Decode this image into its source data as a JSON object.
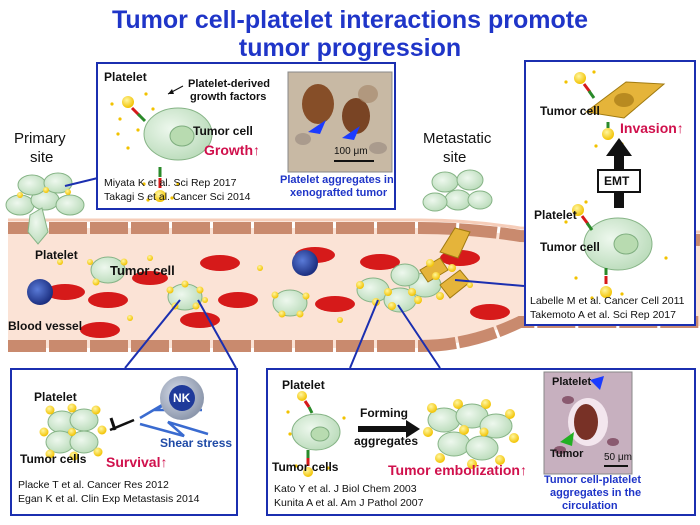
{
  "title": {
    "line1": "Tumor cell-platelet interactions promote",
    "line2": "tumor progression"
  },
  "site_labels": {
    "primary_line1": "Primary",
    "primary_line2": "site",
    "metastatic_line1": "Metastatic",
    "metastatic_line2": "site"
  },
  "vessel": {
    "platelet": "Platelet",
    "tumor_cell": "Tumor cell",
    "blood_vessel": "Blood vessel"
  },
  "growth_box": {
    "platelet": "Platelet",
    "growth_factors_line1": "Platelet-derived",
    "growth_factors_line2": "growth factors",
    "tumor_cell": "Tumor cell",
    "outcome": "Growth↑",
    "scale": "100 μm",
    "caption_line1": "Platelet aggregates in",
    "caption_line2": "xenografted tumor",
    "ref1": "Miyata K et al. Sci Rep 2017",
    "ref2": "Takagi S et al. Cancer Sci 2014"
  },
  "emt_box": {
    "tumor_cell_top": "Tumor cell",
    "outcome": "Invasion↑",
    "emt": "EMT",
    "platelet": "Platelet",
    "tumor_cell_bottom": "Tumor cell",
    "ref1": "Labelle M et al. Cancer Cell 2011",
    "ref2": "Takemoto A et al. Sci Rep 2017"
  },
  "survival_box": {
    "platelet": "Platelet",
    "nk": "NK",
    "shear": "Shear stress",
    "tumor_cells": "Tumor cells",
    "outcome": "Survival↑",
    "ref1": "Placke T et al. Cancer Res 2012",
    "ref2": "Egan K et al. Clin Exp Metastasis 2014"
  },
  "embolization_box": {
    "platelet": "Platelet",
    "tumor_cells": "Tumor cells",
    "forming_line1": "Forming",
    "forming_line2": "aggregates",
    "outcome": "Tumor embolization↑",
    "micro_platelet": "Platelet",
    "micro_tumor": "Tumor",
    "scale": "50 μm",
    "caption_line1": "Tumor cell-platelet",
    "caption_line2": "aggregates in the",
    "caption_line3": "circulation",
    "ref1": "Kato Y et al. J Biol Chem 2003",
    "ref2": "Kunita A et al. Am J Pathol 2007"
  },
  "colors": {
    "title": "#1f35c8",
    "box_border": "#1b2fb0",
    "outcome": "#d0104c",
    "cell": "#cfe8cf",
    "platelet": "#ffd84a",
    "rbc": "#d61a1a",
    "vessel": "#fbe3d6"
  }
}
